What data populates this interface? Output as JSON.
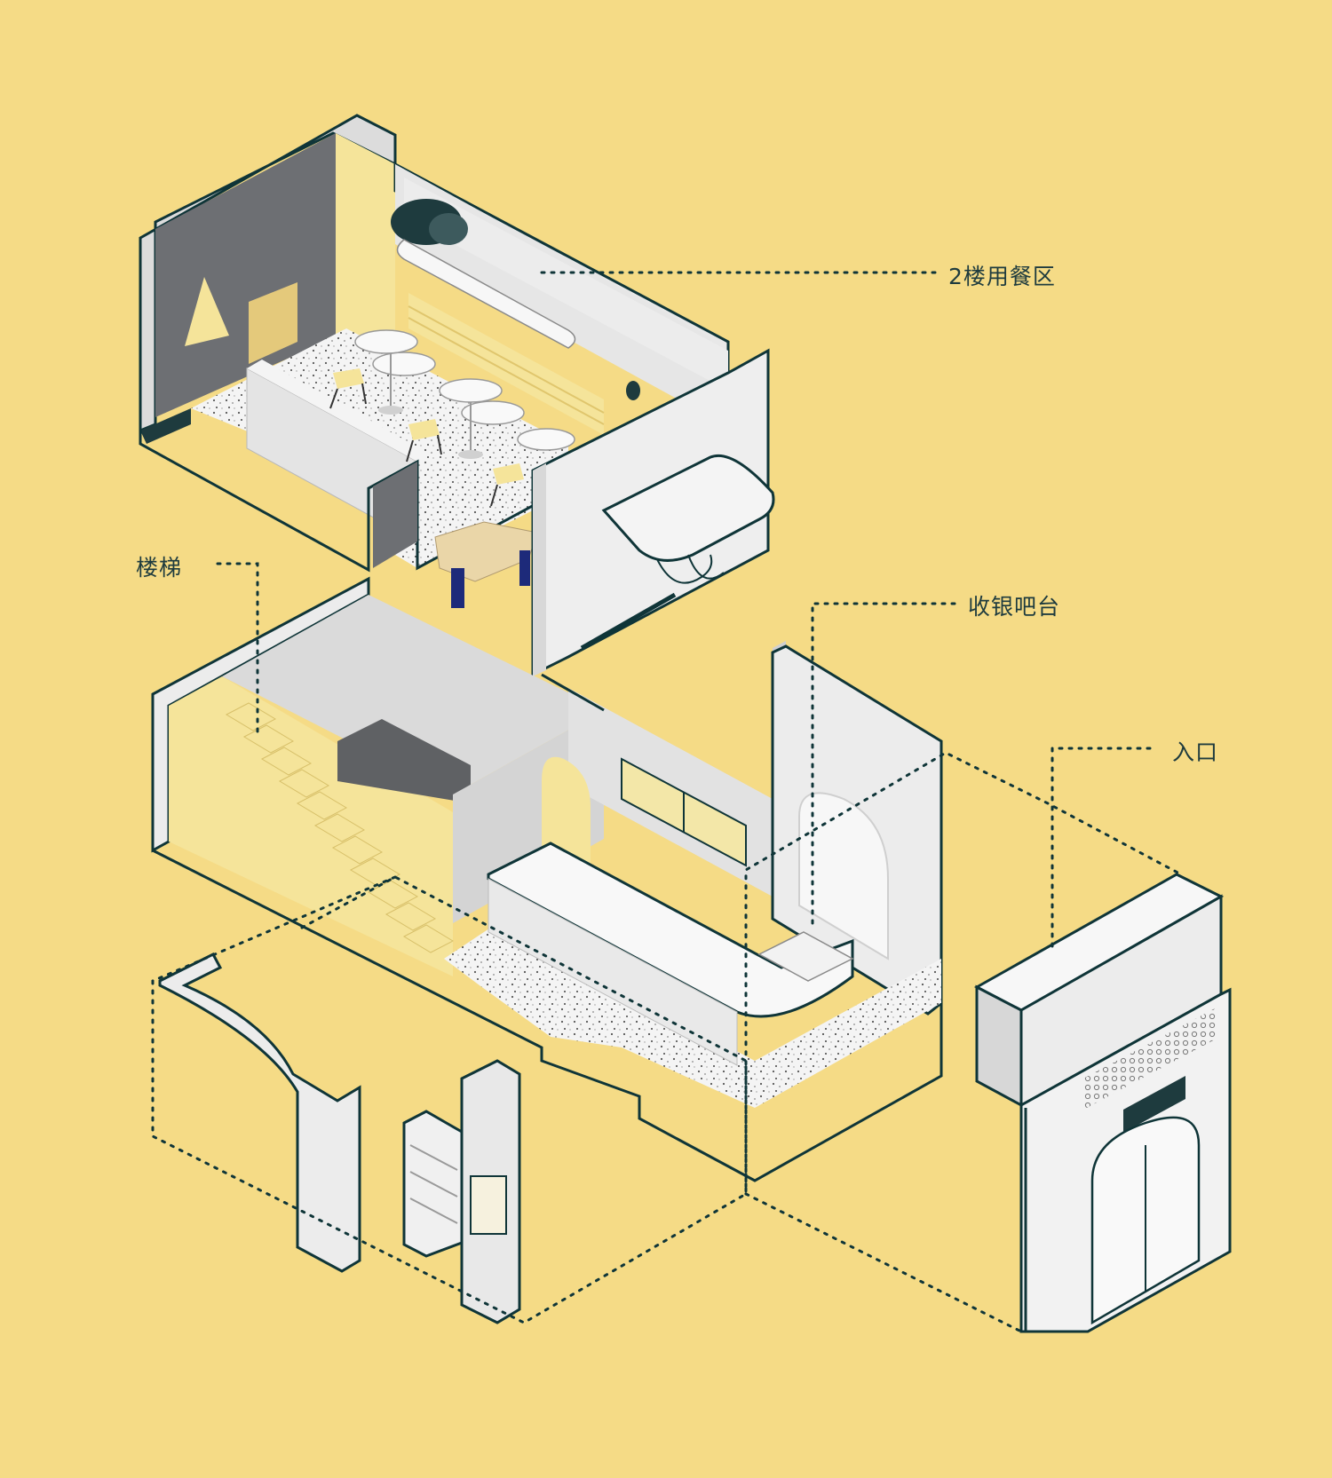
{
  "labels": {
    "dining_2f": "2楼用餐区",
    "stairs": "楼梯",
    "cashier_bar": "收银吧台",
    "entrance": "入口"
  },
  "colors": {
    "background": "#f5db86",
    "outline": "#0f3538",
    "wall": "#ececec",
    "wall_shade": "#d6d6d6",
    "accent_yellow": "#f5e49a",
    "dark_grey": "#6d6f73",
    "navy": "#1d2a7a",
    "teal_dark": "#1e3b3e"
  }
}
